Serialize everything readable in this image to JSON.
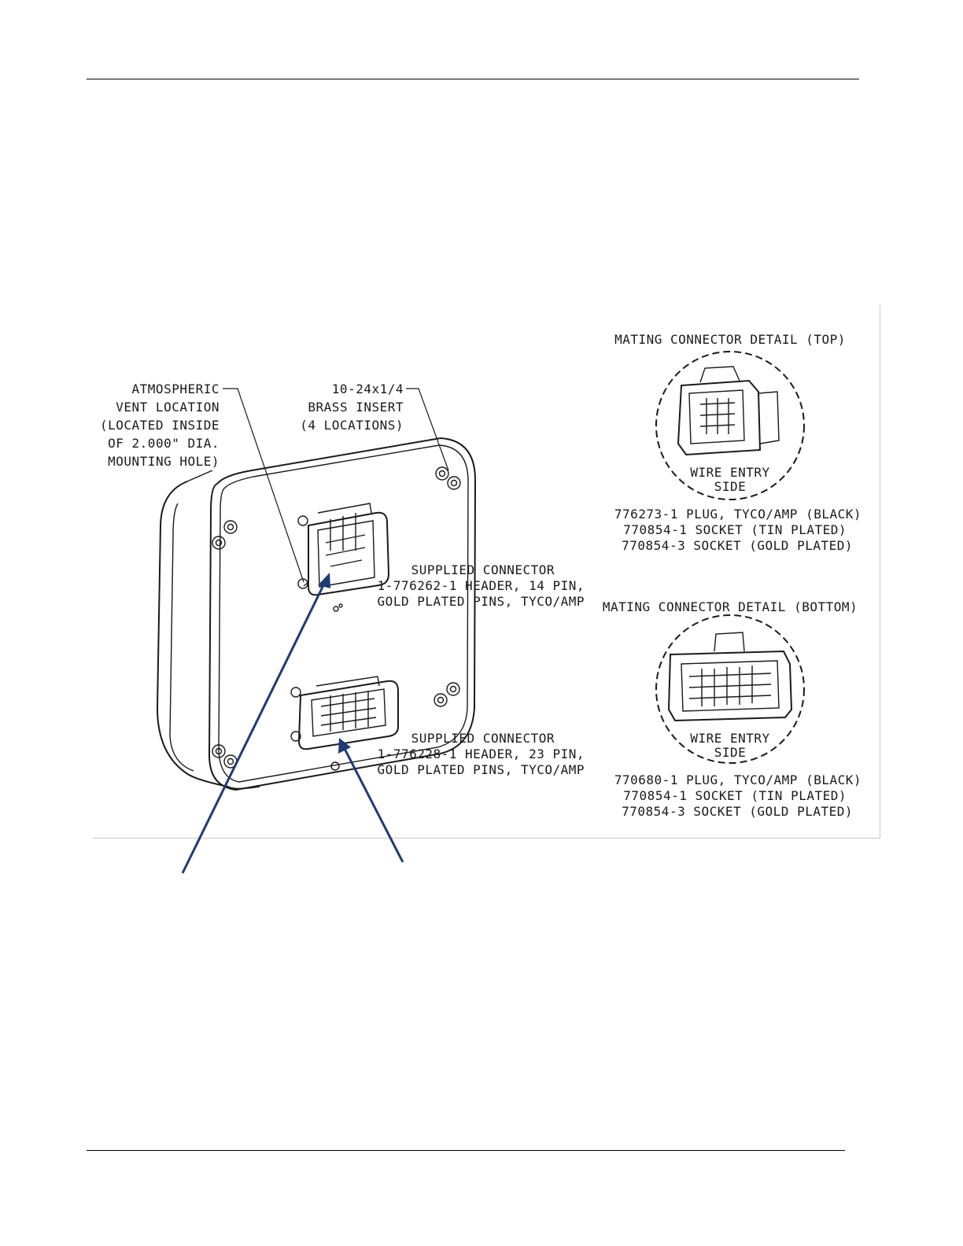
{
  "header_rule": true,
  "footer_rule": true,
  "labels": {
    "vent": [
      "ATMOSPHERIC",
      "VENT LOCATION",
      "(LOCATED INSIDE",
      "OF 2.000\" DIA.",
      "MOUNTING HOLE)"
    ],
    "insert": [
      "10-24x1/4",
      "BRASS INSERT",
      "(4 LOCATIONS)"
    ],
    "supplied_top": [
      "SUPPLIED CONNECTOR",
      "1-776262-1 HEADER, 14 PIN,",
      "GOLD PLATED PINS, TYCO/AMP"
    ],
    "supplied_bottom": [
      "SUPPLIED CONNECTOR",
      "1-776228-1 HEADER, 23 PIN,",
      "GOLD PLATED PINS, TYCO/AMP"
    ],
    "mating_top_title": "MATING CONNECTOR DETAIL (TOP)",
    "mating_top_wire": [
      "WIRE ENTRY",
      "SIDE"
    ],
    "mating_top_parts": [
      "776273-1 PLUG, TYCO/AMP (BLACK)",
      "770854-1 SOCKET (TIN PLATED)",
      "770854-3 SOCKET (GOLD PLATED)"
    ],
    "mating_bottom_title": "MATING CONNECTOR DETAIL (BOTTOM)",
    "mating_bottom_wire": [
      "WIRE ENTRY",
      "SIDE"
    ],
    "mating_bottom_parts": [
      "770680-1 PLUG, TYCO/AMP (BLACK)",
      "770854-1 SOCKET (TIN PLATED)",
      "770854-3 SOCKET (GOLD PLATED)"
    ]
  },
  "colors": {
    "arrow": "#1f3b73",
    "line": "#1a1a1a"
  },
  "icons": [
    "arrow-top-connector-icon",
    "arrow-bottom-connector-icon"
  ]
}
